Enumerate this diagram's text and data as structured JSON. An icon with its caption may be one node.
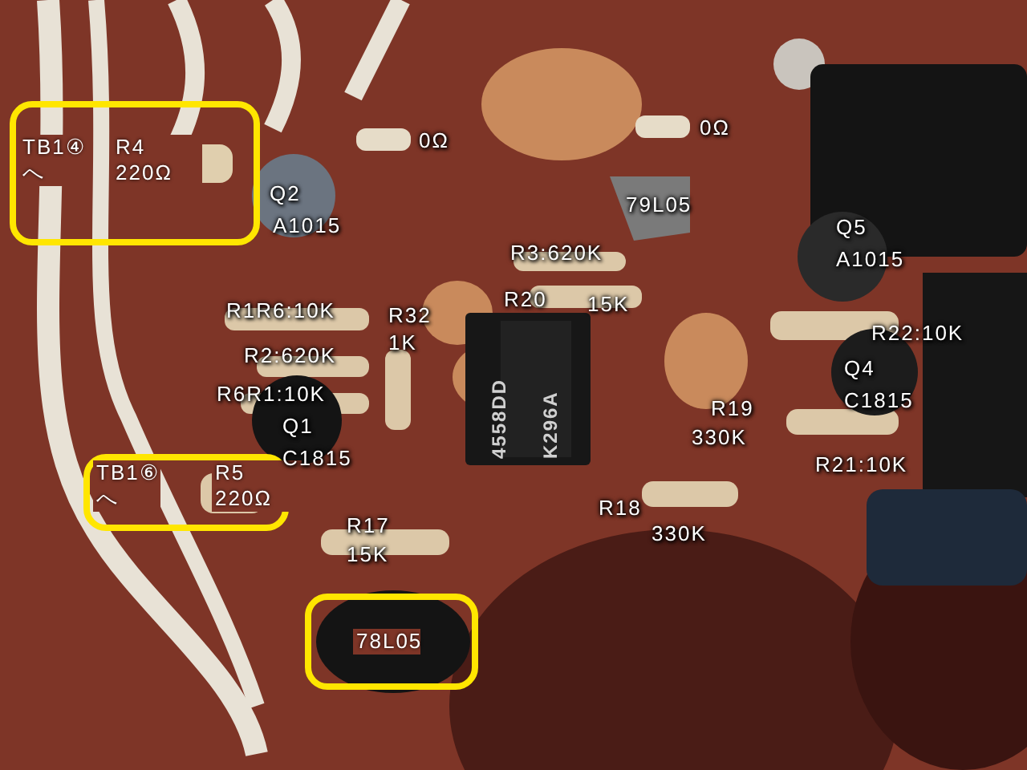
{
  "diagram": {
    "nodes": [
      {
        "text": [
          "TB1④ へ",
          "R4 220Ω"
        ]
      },
      {
        "text": [
          "TB1⑥ へ",
          "R5 220Ω"
        ]
      },
      {
        "text": [
          "78L05"
        ]
      }
    ],
    "labels": [
      "0Ω",
      "0Ω",
      "Q2",
      "A1015",
      "79L05",
      "Q5",
      "A1015",
      "R3:620K",
      "R1R6:10K",
      "R32",
      "R20",
      "15K",
      "1K",
      "R2:620K",
      "R22:10K",
      "4558DD",
      "K296A",
      "Q4",
      "R6R1:10K",
      "C1815",
      "R19",
      "330K",
      "Q1",
      "C1815",
      "R21:10K",
      "R18",
      "330K",
      "R17",
      "15K"
    ]
  }
}
